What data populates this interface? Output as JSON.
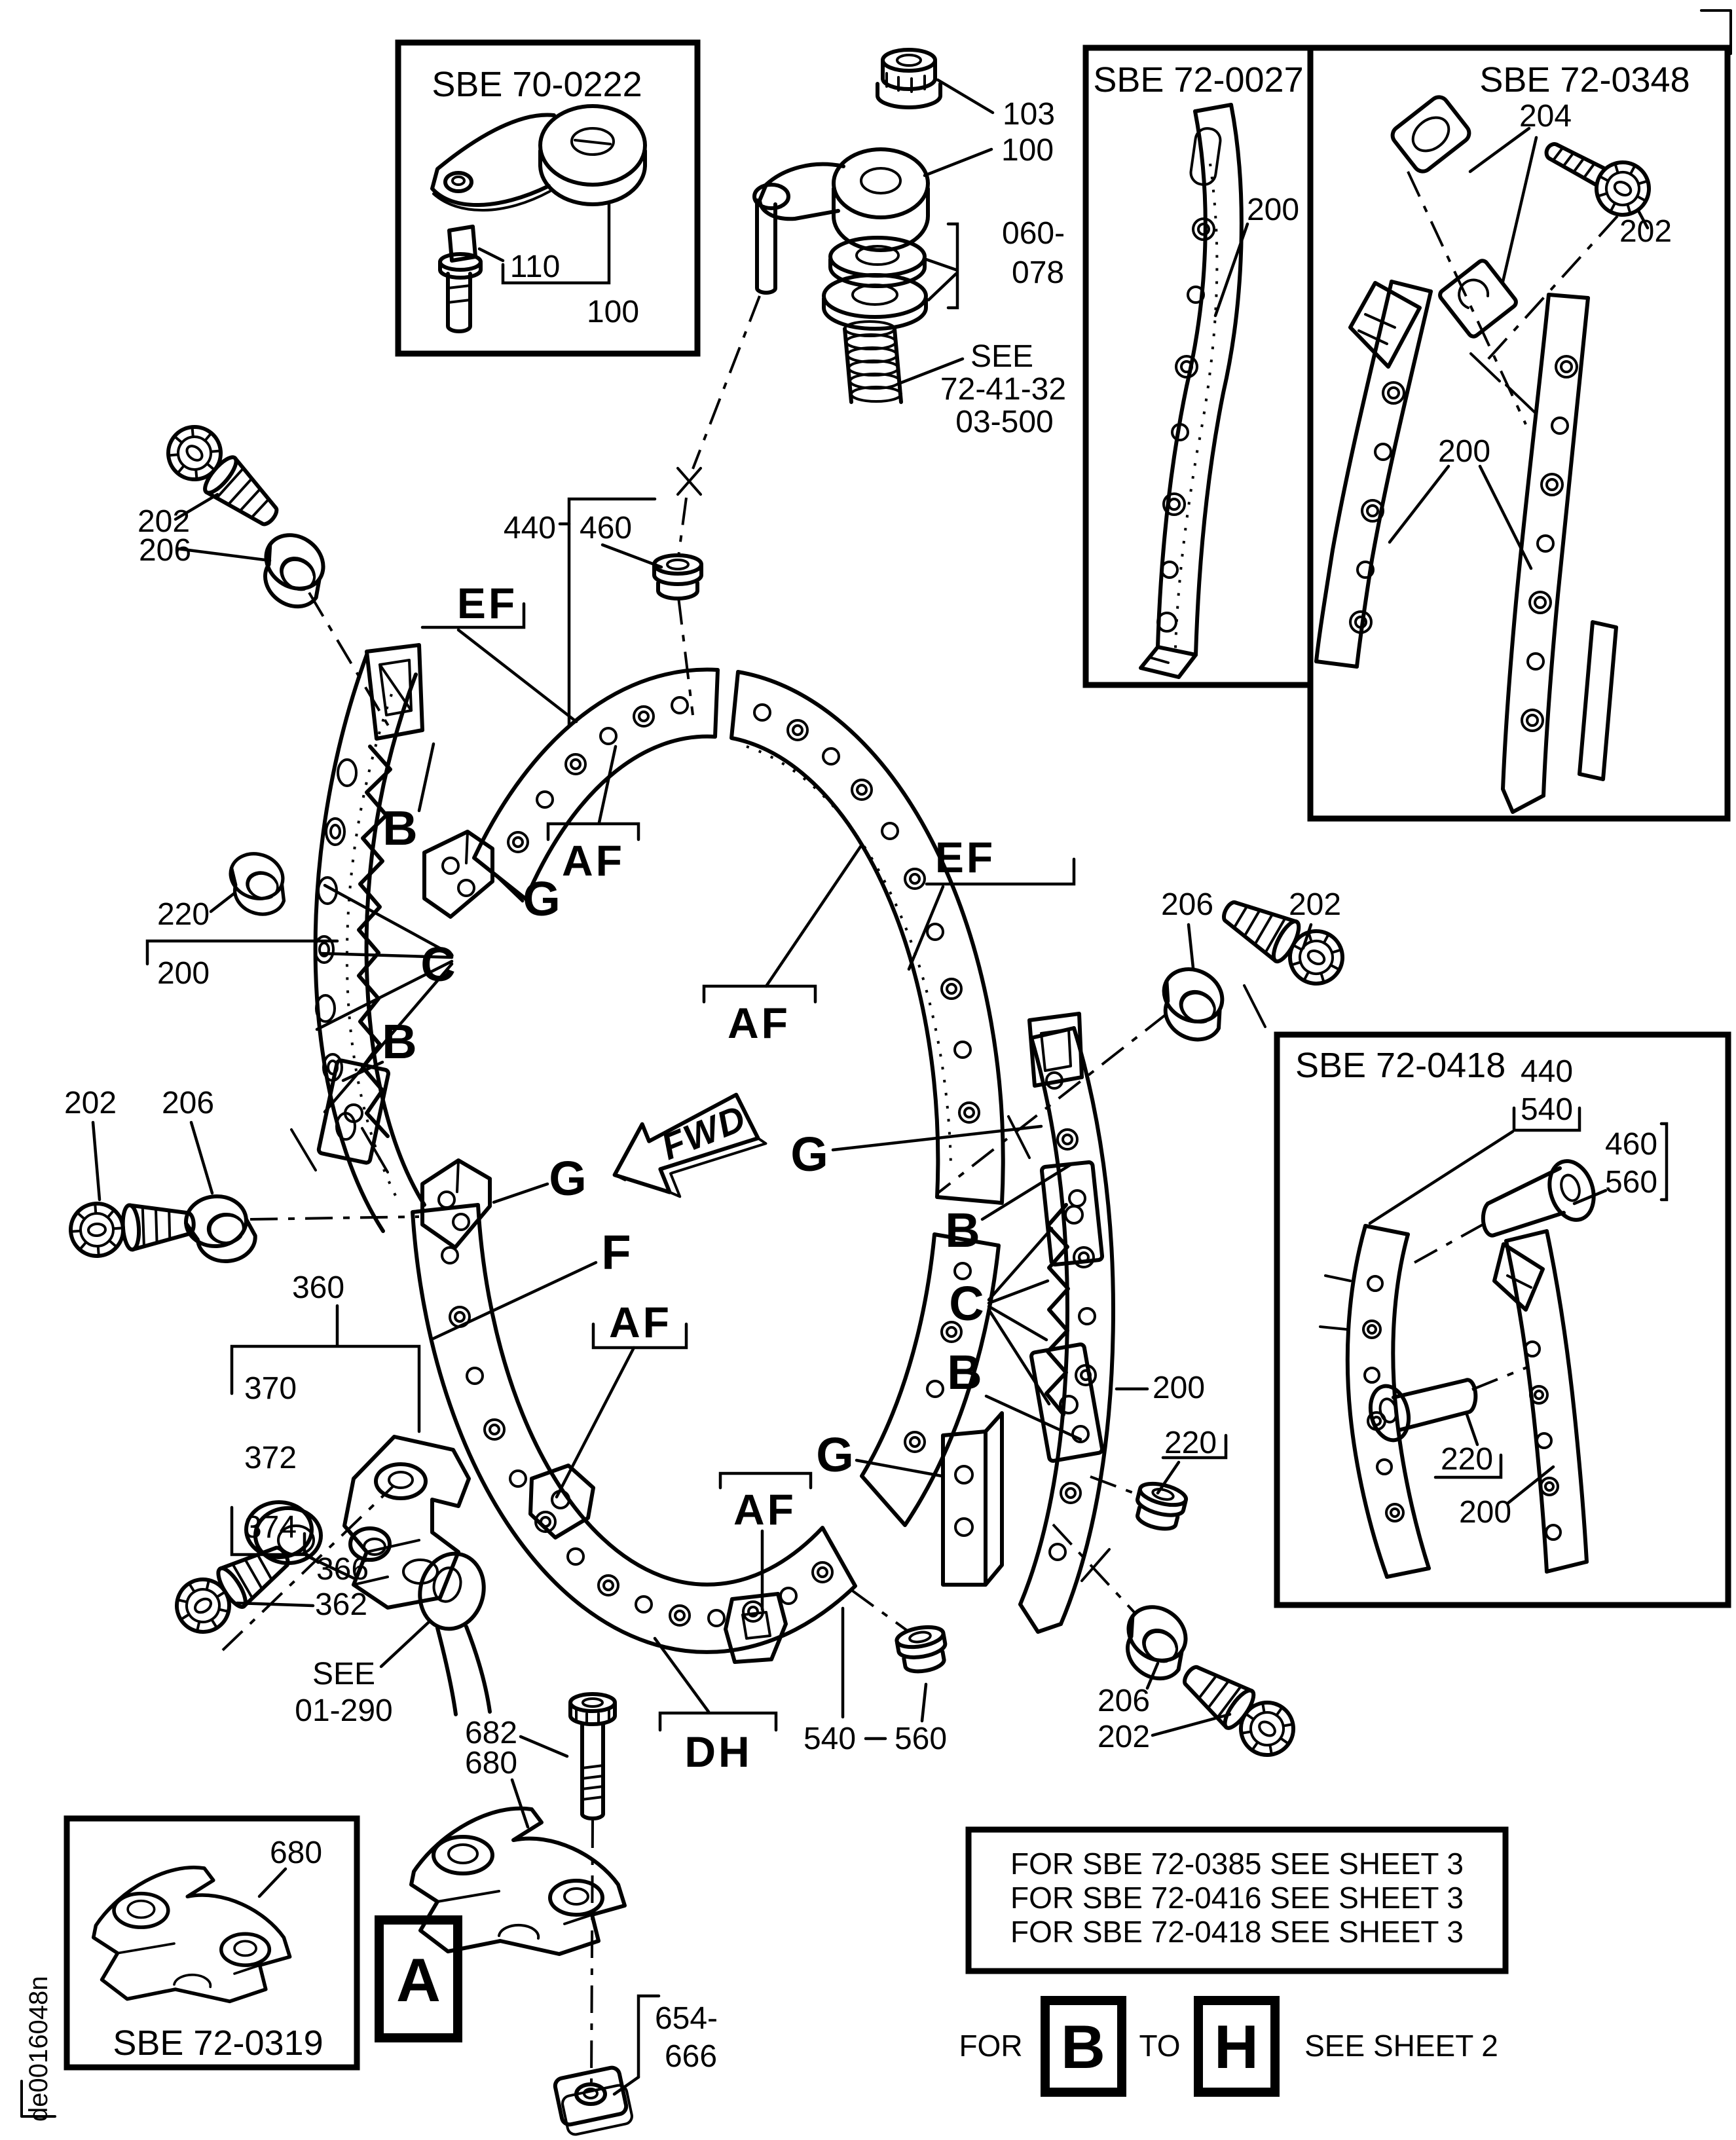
{
  "figure": {
    "doc_number": "de0016048n",
    "direction_arrow": "FWD",
    "insets": {
      "sbe_70_0222": {
        "title": "SBE 70-0222",
        "bolt": "110",
        "crank": "100"
      },
      "sbe_72_0027": {
        "title": "SBE 72-0027",
        "rail": "200"
      },
      "sbe_72_0348": {
        "title": "SBE 72-0348",
        "nut_plate": "204",
        "bolt": "202",
        "rail": "200"
      },
      "sbe_72_0418": {
        "title": "SBE 72-0418",
        "ref_440": "440",
        "ref_540": "540",
        "ref_460": "460",
        "ref_560": "560",
        "ref_220": "220",
        "ref_200": "200"
      },
      "sbe_72_0319": {
        "title": "SBE 72-0319",
        "bracket": "680"
      }
    },
    "crank_assembly": {
      "nut": "103",
      "crank": "100",
      "washer_range_start": "060-",
      "washer_range_end": "078",
      "see": "SEE",
      "see_ref_line1": "72-41-32",
      "see_ref_line2": "03-500"
    },
    "left_rail": {
      "bolt_upper": "202",
      "bushing_upper": "206",
      "bushing": "220",
      "rail": "200",
      "bolt_lower": "202",
      "bushing_lower": "206"
    },
    "right_rail": {
      "bushing_upper": "206",
      "bolt_upper": "202",
      "rail": "200",
      "bushing": "220",
      "bushing_lower": "206",
      "bolt_lower": "202"
    },
    "ring": {
      "grommet_top_a": "440",
      "grommet_top_b": "460",
      "grommet_bottom_a": "540",
      "grommet_bottom_b": "560"
    },
    "support_360": {
      "assembly": "360",
      "item_370": "370",
      "item_372": "372",
      "item_374": "374",
      "bushing": "366",
      "bolt": "362",
      "see": "SEE",
      "see_ref": "01-290"
    },
    "clamp_680": {
      "bolt": "682",
      "bracket": "680",
      "nut_range_start": "654-",
      "nut_range_end": "666"
    },
    "view_letters": {
      "a": "A",
      "b": "B",
      "c": "C",
      "f": "F",
      "g": "G",
      "h": "H",
      "ef": "EF",
      "af": "AF",
      "dh": "DH"
    },
    "notes": {
      "sheet3_lines": [
        "FOR SBE 72-0385 SEE SHEET 3",
        "FOR SBE 72-0416 SEE SHEET 3",
        "FOR SBE 72-0418 SEE SHEET 3"
      ],
      "for_word": "FOR",
      "to_word": "TO",
      "see_sheet2": "SEE SHEET 2"
    }
  }
}
